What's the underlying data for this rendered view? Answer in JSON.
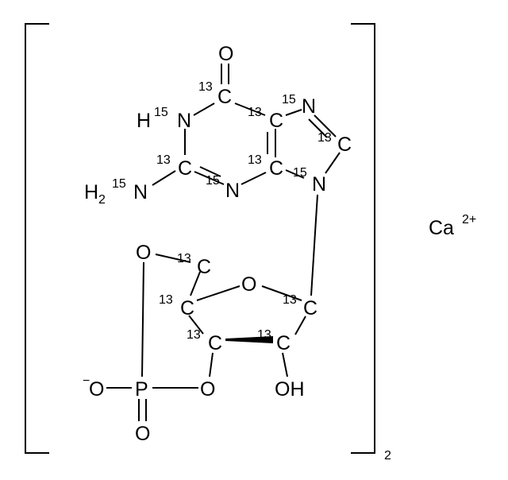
{
  "molecule": {
    "o_carbonyl": "O",
    "c6": {
      "iso": "13",
      "el": "C"
    },
    "n1": {
      "h": "H",
      "iso": "15",
      "el": "N"
    },
    "c5": {
      "iso": "13",
      "el": "C"
    },
    "n7": {
      "iso": "15",
      "el": "N"
    },
    "c8": {
      "iso": "13",
      "el": "C"
    },
    "n9": {
      "iso": "15",
      "el": "N"
    },
    "c4": {
      "iso": "13",
      "el": "C"
    },
    "n3": {
      "iso": "15",
      "el": "N"
    },
    "c2": {
      "iso": "13",
      "el": "C"
    },
    "nh2": {
      "h": "H",
      "sub": "2",
      "iso": "15",
      "el": "N"
    },
    "o5": "O",
    "c5p": {
      "iso": "13",
      "el": "C"
    },
    "o4": "O",
    "c4p": {
      "iso": "13",
      "el": "C"
    },
    "c1p": {
      "iso": "13",
      "el": "C"
    },
    "c3p": {
      "iso": "13",
      "el": "C"
    },
    "c2p": {
      "iso": "13",
      "el": "C"
    },
    "oh": "OH",
    "o3": "O",
    "p": "P",
    "o_minus": {
      "charge": "−",
      "el": "O"
    },
    "o_double": "O"
  },
  "bracket_subscript": "2",
  "counterion": {
    "el": "Ca",
    "charge": "2+"
  }
}
